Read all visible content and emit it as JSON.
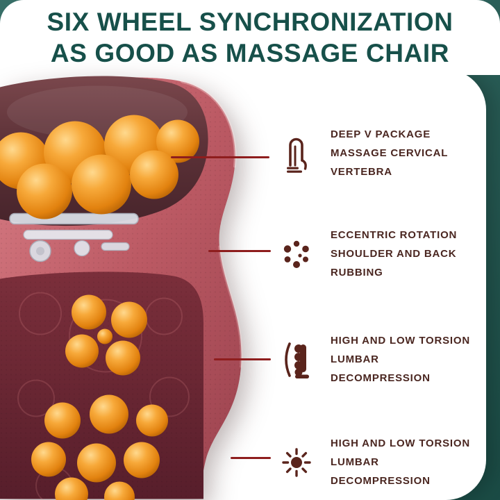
{
  "title": {
    "lines": [
      "SIX WHEEL SYNCHRONIZATION",
      "AS GOOD AS MASSAGE CHAIR"
    ]
  },
  "product": {
    "image": "massage-cushion-photo",
    "elements": [
      "cushion-headrest",
      "neck-massage-balls",
      "massage-mechanism",
      "back-massage-balls",
      "seat-massage-balls",
      "mesh-panel"
    ]
  },
  "features": [
    {
      "icon": "cervical-massage-icon",
      "lines": [
        "DEEP V PACKAGE",
        "MASSAGE CERVICAL",
        "VERTEBRA"
      ]
    },
    {
      "icon": "eccentric-rotation-icon",
      "lines": [
        "ECCENTRIC ROTATION",
        "SHOULDER AND BACK",
        "RUBBING"
      ]
    },
    {
      "icon": "torsion-roller-icon",
      "lines": [
        "HIGH AND LOW TORSION",
        "LUMBAR",
        "DECOMPRESSION"
      ]
    },
    {
      "icon": "heat-sun-icon",
      "lines": [
        "HIGH AND LOW TORSION",
        "LUMBAR",
        "DECOMPRESSION"
      ]
    }
  ],
  "colors": {
    "background_teal": "#215e56",
    "title_teal": "#17504a",
    "card_white": "#ffffff",
    "feature_text": "#4a2620",
    "icon_maroon": "#5a241c",
    "callout_red": "#8e1d1d",
    "ball_orange": "#f2a137",
    "cushion_pink": "#bc5a64",
    "cushion_brown": "#5d3238",
    "cushion_mesh": "#6b2836"
  }
}
